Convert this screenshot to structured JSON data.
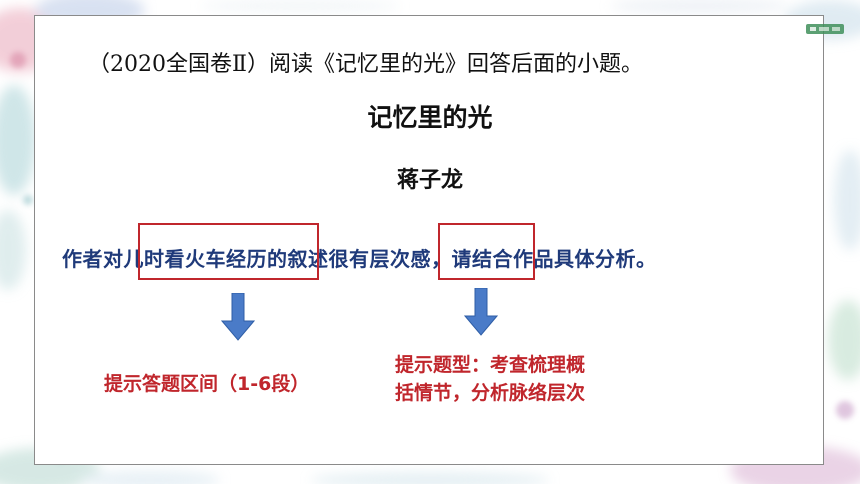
{
  "document": {
    "intro": "（2020全国卷Ⅱ）阅读《记忆里的光》回答后面的小题。",
    "title": "记忆里的光",
    "author": "蒋子龙",
    "question": "作者对儿时看火车经历的叙述很有层次感，请结合作品具体分析。",
    "hint_left": "提示答题区间（1-6段）",
    "hint_right_line1": "提示题型：考查梳理概",
    "hint_right_line2": "括情节，分析脉络层次"
  },
  "colors": {
    "highlight_box": "#c0262c",
    "question_text": "#1f3a7a",
    "arrow": "#4a7bc8",
    "hint_text": "#c0262c"
  },
  "icons": [
    "arrow-down-icon",
    "arrow-down-icon"
  ]
}
